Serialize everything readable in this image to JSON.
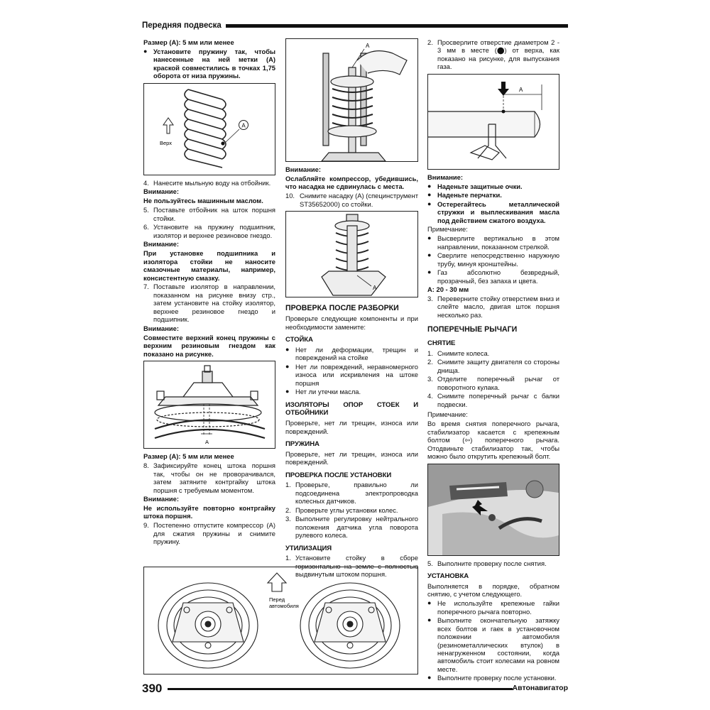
{
  "header": {
    "title": "Передняя подвеска"
  },
  "footer": {
    "page_number": "390",
    "brand": "Автонавигатор"
  },
  "col1": {
    "size_a_1": "Размер (А): 5 мм или менее",
    "bullet_spring": "Установите пружину так, чтобы нанесенные на ней метки (А) краской совместились в точках 1,75 оборота от низа пружины.",
    "fig1_label_a": "A",
    "fig1_label_up": "Верх",
    "step4": {
      "n": "4.",
      "t": "Нанесите мыльную воду на отбойник."
    },
    "warn1_title": "Внимание:",
    "warn1_text": "Не пользуйтесь машинным маслом.",
    "step5": {
      "n": "5.",
      "t": "Поставьте отбойник на шток поршня стойки."
    },
    "step6": {
      "n": "6.",
      "t": "Установите на пружину подшипник, изолятор и верхнее резиновое гнездо."
    },
    "warn2_title": "Внимание:",
    "warn2_text": "При установке подшипника и изолятора стойки не наносите смазочные материалы, например, консистентную смазку.",
    "step7": {
      "n": "7.",
      "t": "Поставьте изолятор в направлении, показанном на рисунке внизу стр., затем установите на стойку изолятор, верхнее резиновое гнездо и подшипник."
    },
    "warn3_title": "Внимание:",
    "warn3_text": "Совместите верхний конец пружины с верхним резиновым гнездом как показано на рисунке.",
    "fig2_label_a": "A",
    "size_a_2": "Размер (А): 5 мм или менее",
    "step8": {
      "n": "8.",
      "t": "Зафиксируйте конец штока поршня так, чтобы он не проворачивался, затем затяните контргайку штока поршня с требуемым моментом."
    },
    "warn4_title": "Внимание:",
    "warn4_text": "Не используйте повторно контргайку штока поршня.",
    "step9": {
      "n": "9.",
      "t": "Постепенно отпустите компрессор (А) для сжатия пружины и снимите пружину."
    }
  },
  "col2": {
    "fig3_label_a": "A",
    "warn5_title": "Внимание:",
    "warn5_text": "Ослабляйте компрессор, убедившись, что насадка не сдвинулась с места.",
    "step10": {
      "n": "10.",
      "t": "Снимите насадку (А) (специнструмент ST35652000) со стойки."
    },
    "fig4_label_a": "A",
    "h_check": "ПРОВЕРКА ПОСЛЕ РАЗБОРКИ",
    "check_intro": "Проверьте следующие компоненты и при необходимости замените:",
    "h_strut": "СТОЙКА",
    "strut_items": [
      "Нет ли деформации, трещин и повреждений на стойке",
      "Нет ли повреждений, неравномерного износа или искривления на штоке поршня",
      "Нет ли утечки масла."
    ],
    "h_insulators": "ИЗОЛЯТОРЫ ОПОР СТОЕК И ОТБОЙНИКИ",
    "insulators_text": "Проверьте, нет ли трещин, износа или повреждений.",
    "h_spring": "ПРУЖИНА",
    "spring_text": "Проверьте, нет ли трещин, износа или повреждений.",
    "h_after": "ПРОВЕРКА ПОСЛЕ УСТАНОВКИ",
    "after_items": [
      {
        "n": "1.",
        "t": "Проверьте, правильно ли подсоединена электропроводка колесных датчиков."
      },
      {
        "n": "2.",
        "t": "Проверьте углы установки колес."
      },
      {
        "n": "3.",
        "t": "Выполните регулировку нейтрального положения датчика угла поворота рулевого колеса."
      }
    ],
    "h_util": "УТИЛИЗАЦИЯ",
    "util_items": [
      {
        "n": "1.",
        "t": "Установите стойку в сборе горизонтально на земле с полностью выдвинутым штоком поршня."
      }
    ]
  },
  "col3": {
    "step2": {
      "n": "2.",
      "t": "Просверлите отверстие диаметром 2 - 3 мм в месте (⬤) от верха, как показано на рисунке, для выпускания газа."
    },
    "fig5_label_a": "A",
    "warn6_title": "Внимание:",
    "warn6_items": [
      "Наденьте защитные очки.",
      "Наденьте перчатки.",
      "Остерегайтесь металлической стружки и выплескивания масла под действием сжатого воздуха."
    ],
    "note1_title": "Примечание:",
    "note1_items": [
      "Высверлите вертикально в этом направлении, показанном стрелкой.",
      "Сверлите непосредственно наружную трубу, минуя кронштейны.",
      "Газ абсолютно безвредный, прозрачный, без запаха и цвета."
    ],
    "a_value": "А:  20 - 30 мм",
    "step3": {
      "n": "3.",
      "t": "Переверните стойку отверстием вниз и слейте масло, двигая шток поршня несколько раз."
    },
    "h_arms": "ПОПЕРЕЧНЫЕ РЫЧАГИ",
    "h_removal": "СНЯТИЕ",
    "removal_items": [
      {
        "n": "1.",
        "t": "Снимите колеса."
      },
      {
        "n": "2.",
        "t": "Снимите защиту двигателя со стороны днища."
      },
      {
        "n": "3.",
        "t": "Отделите поперечный рычаг от поворотного кулака."
      },
      {
        "n": "4.",
        "t": "Снимите поперечный рычаг с балки подвески."
      }
    ],
    "note2_title": "Примечание:",
    "note2_text": "Во время снятия поперечного рычага, стабилизатор касается с крепежным болтом (⇦) поперечного рычага. Отодвиньте стабилизатор так, чтобы можно было открутить крепежный болт.",
    "step5b": {
      "n": "5.",
      "t": "Выполните проверку после снятия."
    },
    "h_install": "УСТАНОВКА",
    "install_intro": "Выполняется в порядке, обратном снятию, с учетом следующего.",
    "install_items": [
      "Не используйте крепежные гайки поперечного рычага повторно.",
      "Выполните окончательную затяжку всех болтов и гаек в установочном положении автомобиля (резинометаллических втулок) в ненагруженном состоянии, когда автомобиль стоит колесами на ровном месте.",
      "Выполните проверку после установки."
    ]
  },
  "bottom_figure": {
    "label": "Перед автомобиля"
  }
}
